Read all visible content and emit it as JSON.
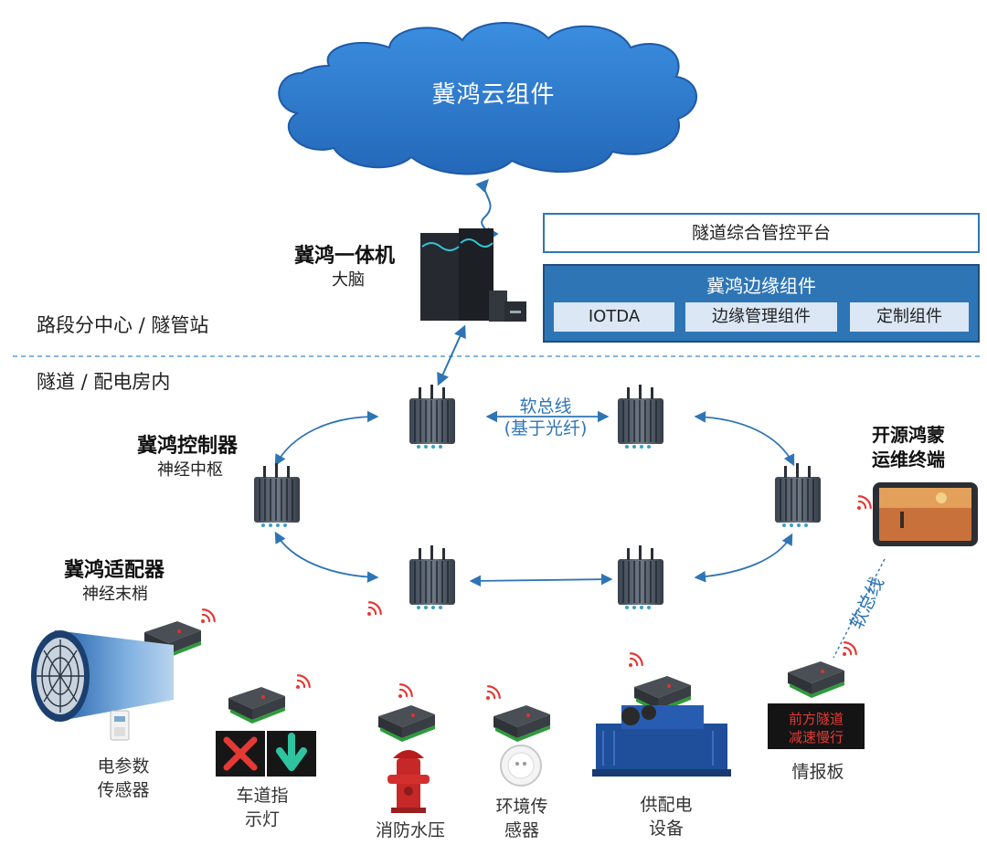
{
  "cloud": {
    "label": "冀鸿云组件"
  },
  "server": {
    "title": "冀鸿一体机",
    "subtitle": "大脑"
  },
  "platform": {
    "label": "隧道综合管控平台"
  },
  "edge": {
    "title": "冀鸿边缘组件",
    "items": [
      "IOTDA",
      "边缘管理组件",
      "定制组件"
    ]
  },
  "zones": {
    "upper": "路段分中心 / 隧管站",
    "lower": "隧道 / 配电房内"
  },
  "controller": {
    "title": "冀鸿控制器",
    "subtitle": "神经中枢"
  },
  "adapter": {
    "title": "冀鸿适配器",
    "subtitle": "神经末梢"
  },
  "terminal": {
    "title_line1": "开源鸿蒙",
    "title_line2": "运维终端"
  },
  "soft_bus": {
    "line1": "软总线",
    "line2": "(基于光纤)"
  },
  "soft_bus_side": "软总线",
  "devices": {
    "power_sensor": [
      "电参数",
      "传感器"
    ],
    "lane_light": [
      "车道指",
      "示灯"
    ],
    "fire_pressure": [
      "消防水压"
    ],
    "env_sensor": [
      "环境传",
      "感器"
    ],
    "power_supply": [
      "供配电",
      "设备"
    ],
    "info_board": [
      "情报板"
    ]
  },
  "led_board_text": [
    "前方隧道",
    "减速慢行"
  ],
  "colors": {
    "accent": "#2e75b6",
    "cloud": "#2f7fd0",
    "signal": "#e53935"
  }
}
